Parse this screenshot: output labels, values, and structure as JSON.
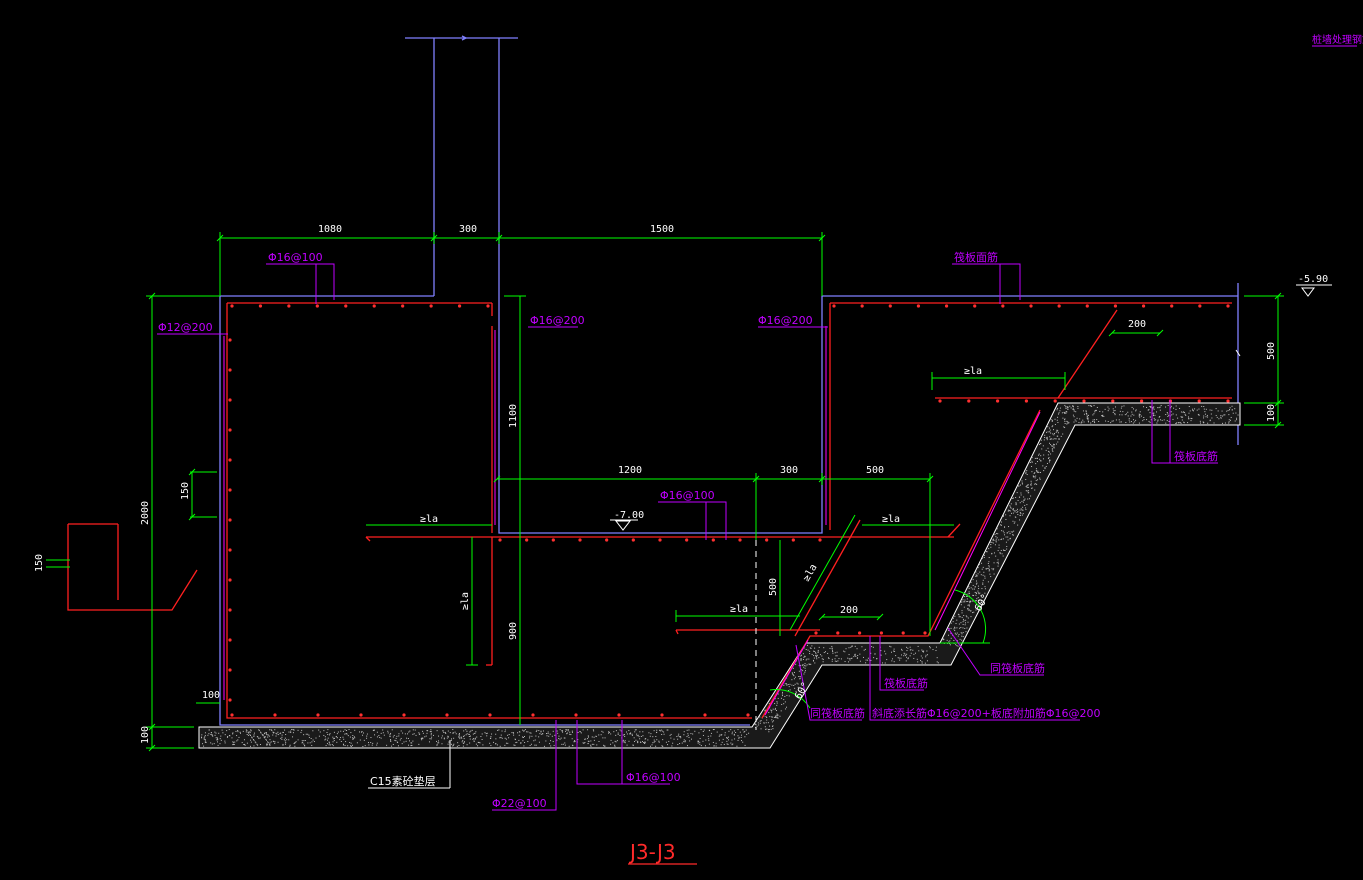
{
  "drawing": {
    "title": "J3-J3",
    "corner_note": "桩墙处理钢筋",
    "dims": {
      "top_1": "1080",
      "top_2": "300",
      "top_3": "1500",
      "mid_1": "1200",
      "mid_2": "300",
      "mid_3": "500",
      "left_height": "2000",
      "small_150": "150",
      "left_150": "150",
      "pile_1100": "1100",
      "pile_900": "900",
      "w_500": "500",
      "slab_200_a": "200",
      "slab_200_b": "200",
      "right_500": "500",
      "right_100": "100",
      "bottom_100": "100",
      "bottom_100_b": "100"
    },
    "elevations": {
      "upper": "-5.90",
      "lower": "-7.00"
    },
    "la_marks": {
      "a": "≥la",
      "b": "≥la",
      "c": "≥la",
      "d": "≥la",
      "e": "≥la",
      "f": "≥la"
    },
    "labels": {
      "rebar_top": "Φ16@100",
      "rebar_left": "Φ12@200",
      "rebar_mid_left": "Φ16@200",
      "rebar_mid_right": "Φ16@200",
      "rebar_step": "Φ16@100",
      "rebar_bottom_1": "Φ16@100",
      "rebar_bottom_2": "Φ22@100",
      "raft_top_right": "筏板面筋",
      "raft_bottom_right": "筏板底筋",
      "raft_bottom_1": "筏板底筋",
      "raft_bottom_2": "同筏板底筋",
      "raft_bottom_3": "同筏板底筋",
      "slope_note": "斜底添长筋Φ16@200+板底附加筋Φ16@200",
      "cushion": "C15素砼垫层"
    },
    "angles": {
      "a": "60°",
      "b": "60°"
    }
  }
}
